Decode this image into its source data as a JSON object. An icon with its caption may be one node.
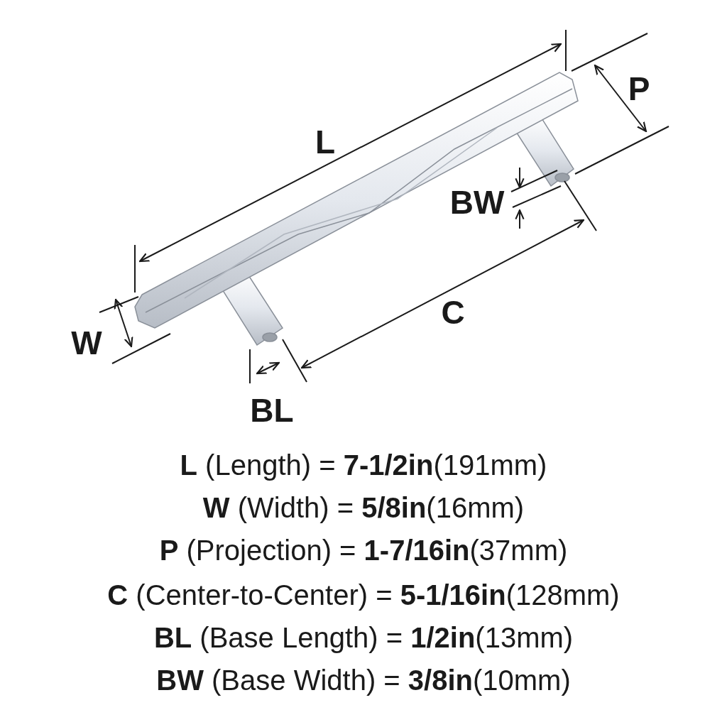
{
  "diagram": {
    "labels": [
      "L",
      "P",
      "BW",
      "W",
      "C",
      "BL",
      "**L** (Length) = **7-1/2in**(191mm)",
      "**W** (Width) = **5/8in**(16mm)",
      "**P** (Projection) = **1-7/16in**(37mm)",
      "**C** (Center-to-Center) = **5-1/16in**(128mm)",
      "**BL** (Base Length) = **1/2in**(13mm)",
      "**BW** (Base Width) = **3/8in**(10mm)"
    ]
  }
}
